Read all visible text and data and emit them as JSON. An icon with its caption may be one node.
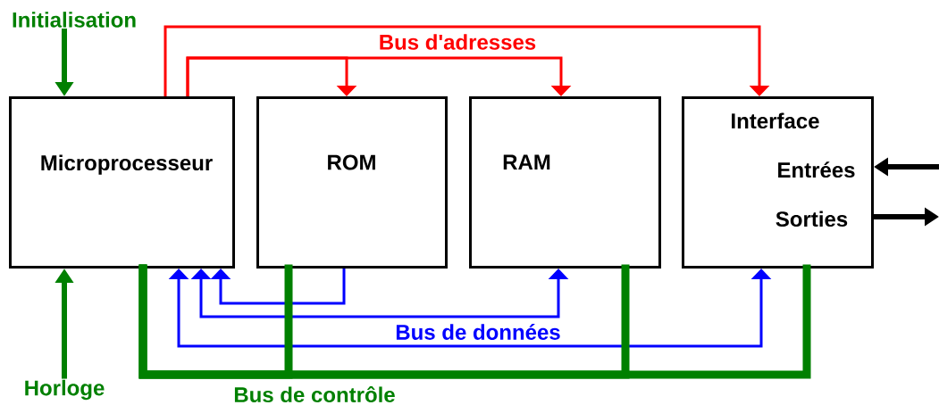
{
  "diagram": {
    "nodes": [
      {
        "text": [
          "Microprocesseur"
        ]
      },
      {
        "text": [
          "ROM"
        ]
      },
      {
        "text": [
          "RAM"
        ]
      },
      {
        "text": [
          "Interface",
          "Entrées",
          "Sorties"
        ]
      },
      {
        "text": [
          "Initialisation"
        ]
      },
      {
        "text": [
          "Horloge"
        ]
      }
    ],
    "edges": [
      {
        "from": 0,
        "to": 1,
        "arrow": "to",
        "color": "#ff0000"
      },
      {
        "from": 0,
        "to": 2,
        "arrow": "to",
        "color": "#ff0000"
      },
      {
        "from": 0,
        "to": 3,
        "arrow": "to",
        "color": "#ff0000"
      },
      {
        "from": 1,
        "to": 0,
        "arrow": "to",
        "color": "#0000ff"
      },
      {
        "from": 0,
        "to": 2,
        "arrow": "both",
        "color": "#0000ff"
      },
      {
        "from": 0,
        "to": 3,
        "arrow": "both",
        "color": "#0000ff"
      },
      {
        "from": 0,
        "to": 1,
        "arrow": "none",
        "color": "#008000"
      },
      {
        "from": 0,
        "to": 2,
        "arrow": "none",
        "color": "#008000"
      },
      {
        "from": 0,
        "to": 3,
        "arrow": "none",
        "color": "#008000"
      },
      {
        "from": 4,
        "to": 0,
        "arrow": "to",
        "color": "#008000"
      },
      {
        "from": 5,
        "to": 0,
        "arrow": "to",
        "color": "#008000"
      },
      {
        "from": null,
        "to": 3,
        "arrow": "to",
        "color": "#000000"
      },
      {
        "from": 3,
        "to": null,
        "arrow": "to",
        "color": "#000000"
      }
    ],
    "labels": [
      "Bus d'adresses",
      "Bus de données",
      "Bus de contrôle"
    ]
  }
}
